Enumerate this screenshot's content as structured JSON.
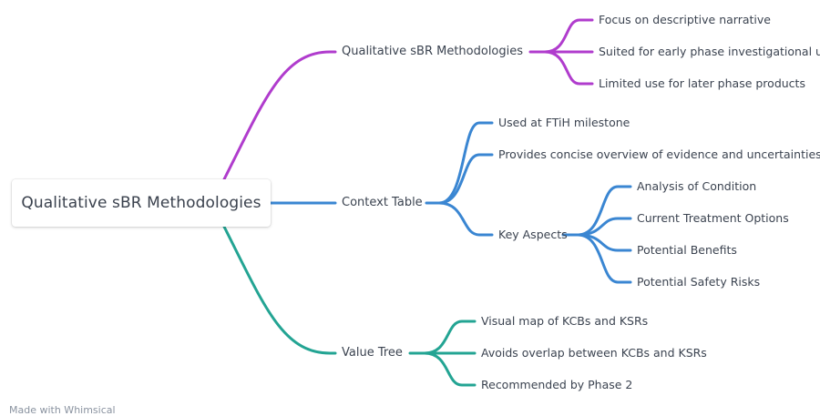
{
  "colors": {
    "branch_qualitative": "#b03ccd",
    "branch_context": "#3a86d2",
    "branch_value": "#23a493",
    "text": "#3b4350"
  },
  "root": {
    "label": "Qualitative sBR Methodologies"
  },
  "branches": [
    {
      "label": "Qualitative sBR Methodologies",
      "children": [
        {
          "label": "Focus on descriptive narrative"
        },
        {
          "label": "Suited for early phase investigational use"
        },
        {
          "label": "Limited use for later phase products"
        }
      ]
    },
    {
      "label": "Context Table",
      "children": [
        {
          "label": "Used at FTiH milestone"
        },
        {
          "label": "Provides concise overview of evidence and uncertainties"
        },
        {
          "label": "Key Aspects",
          "children": [
            {
              "label": "Analysis of Condition"
            },
            {
              "label": "Current Treatment Options"
            },
            {
              "label": "Potential Benefits"
            },
            {
              "label": "Potential Safety Risks"
            }
          ]
        }
      ]
    },
    {
      "label": "Value Tree",
      "children": [
        {
          "label": "Visual map of KCBs and KSRs"
        },
        {
          "label": "Avoids overlap between KCBs and KSRs"
        },
        {
          "label": "Recommended by Phase 2"
        }
      ]
    }
  ],
  "footer": {
    "text": "Made with Whimsical"
  }
}
